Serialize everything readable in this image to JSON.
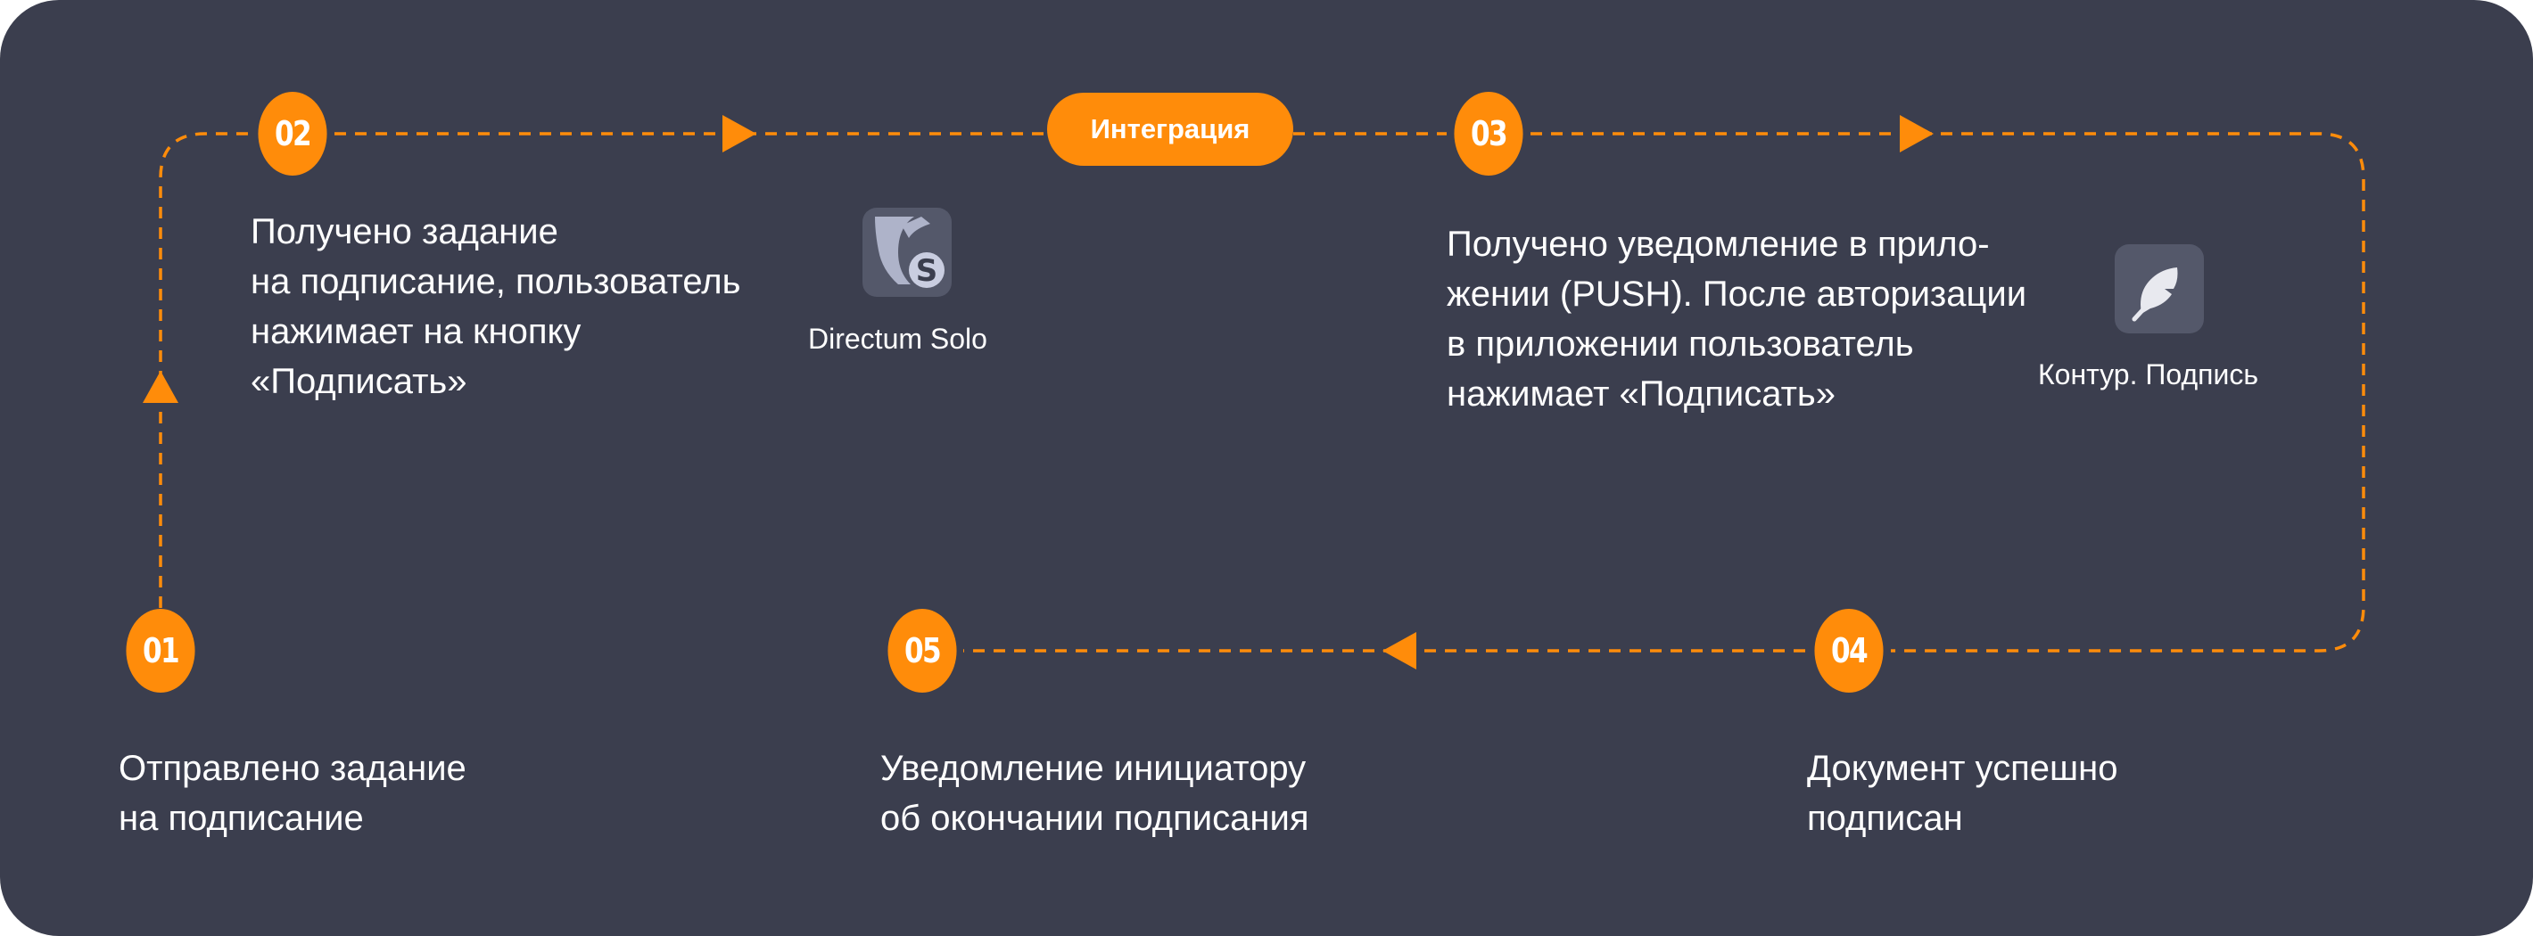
{
  "steps": [
    {
      "num": "01",
      "lines": [
        "Отправлено задание",
        "на подписание"
      ]
    },
    {
      "num": "02",
      "lines": [
        "Получено задание",
        "на подписание, пользователь",
        "нажимает на кнопку",
        "«Подписать»"
      ]
    },
    {
      "num": "03",
      "lines": [
        "Получено уведомление в прило-",
        "жении (PUSH). После авторизации",
        "в приложении пользователь",
        "нажимает «Подписать»"
      ]
    },
    {
      "num": "04",
      "lines": [
        "Документ успешно",
        "подписан"
      ]
    },
    {
      "num": "05",
      "lines": [
        "Уведомление инициатору",
        "об окончании подписания"
      ]
    }
  ],
  "integration_label": "Интеграция",
  "apps": {
    "directum": {
      "label": "Directum Solo",
      "icon": "directum-solo-icon"
    },
    "kontur": {
      "label": "Контур. Подпись",
      "icon": "kontur-podpis-icon"
    }
  },
  "colors": {
    "background": "#3b3e4e",
    "accent": "#ff8c0a",
    "text": "#ffffff",
    "icon_tile": "#54586a"
  }
}
